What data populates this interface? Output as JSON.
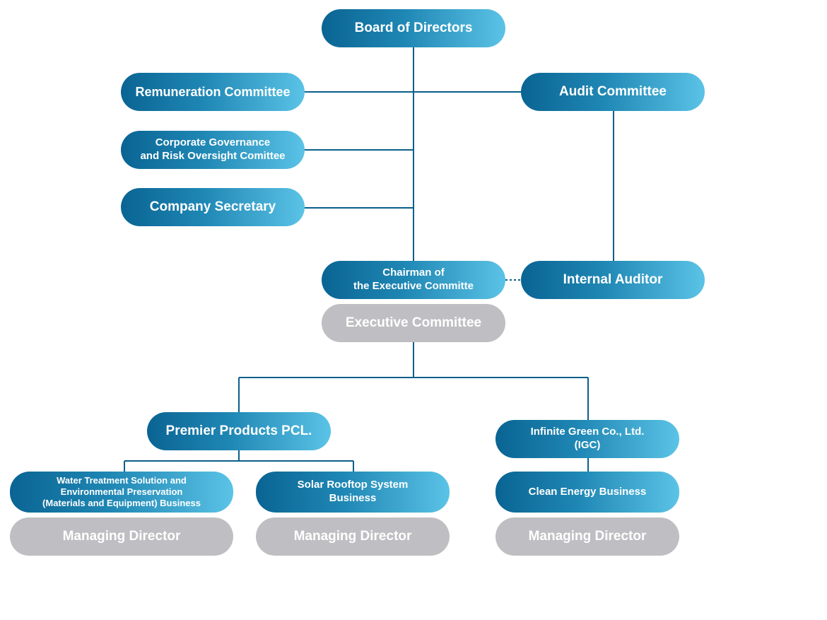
{
  "nodes": {
    "board": "Board of Directors",
    "remuneration": "Remuneration Committee",
    "audit": "Audit Committee",
    "governance": "Corporate Governance\nand Risk Oversight Comittee",
    "secretary": "Company Secretary",
    "chairman_exec": "Chairman of\nthe Executive Committe",
    "internal_auditor": "Internal Auditor",
    "exec_committee": "Executive Committee",
    "premier": "Premier Products PCL.",
    "igc": "Infinite Green Co., Ltd.\n(IGC)",
    "water": "Water Treatment Solution and\nEnvironmental Preservation\n(Materials and Equipment) Business",
    "solar": "Solar Rooftop System\nBusiness",
    "clean_energy": "Clean Energy Business",
    "md_water": "Managing Director",
    "md_solar": "Managing Director",
    "md_clean": "Managing Director"
  },
  "colors": {
    "primary_dark": "#0a6493",
    "primary_light": "#5bc3e6",
    "secondary": "#bfbfc3",
    "line": "#0b5f8a"
  }
}
